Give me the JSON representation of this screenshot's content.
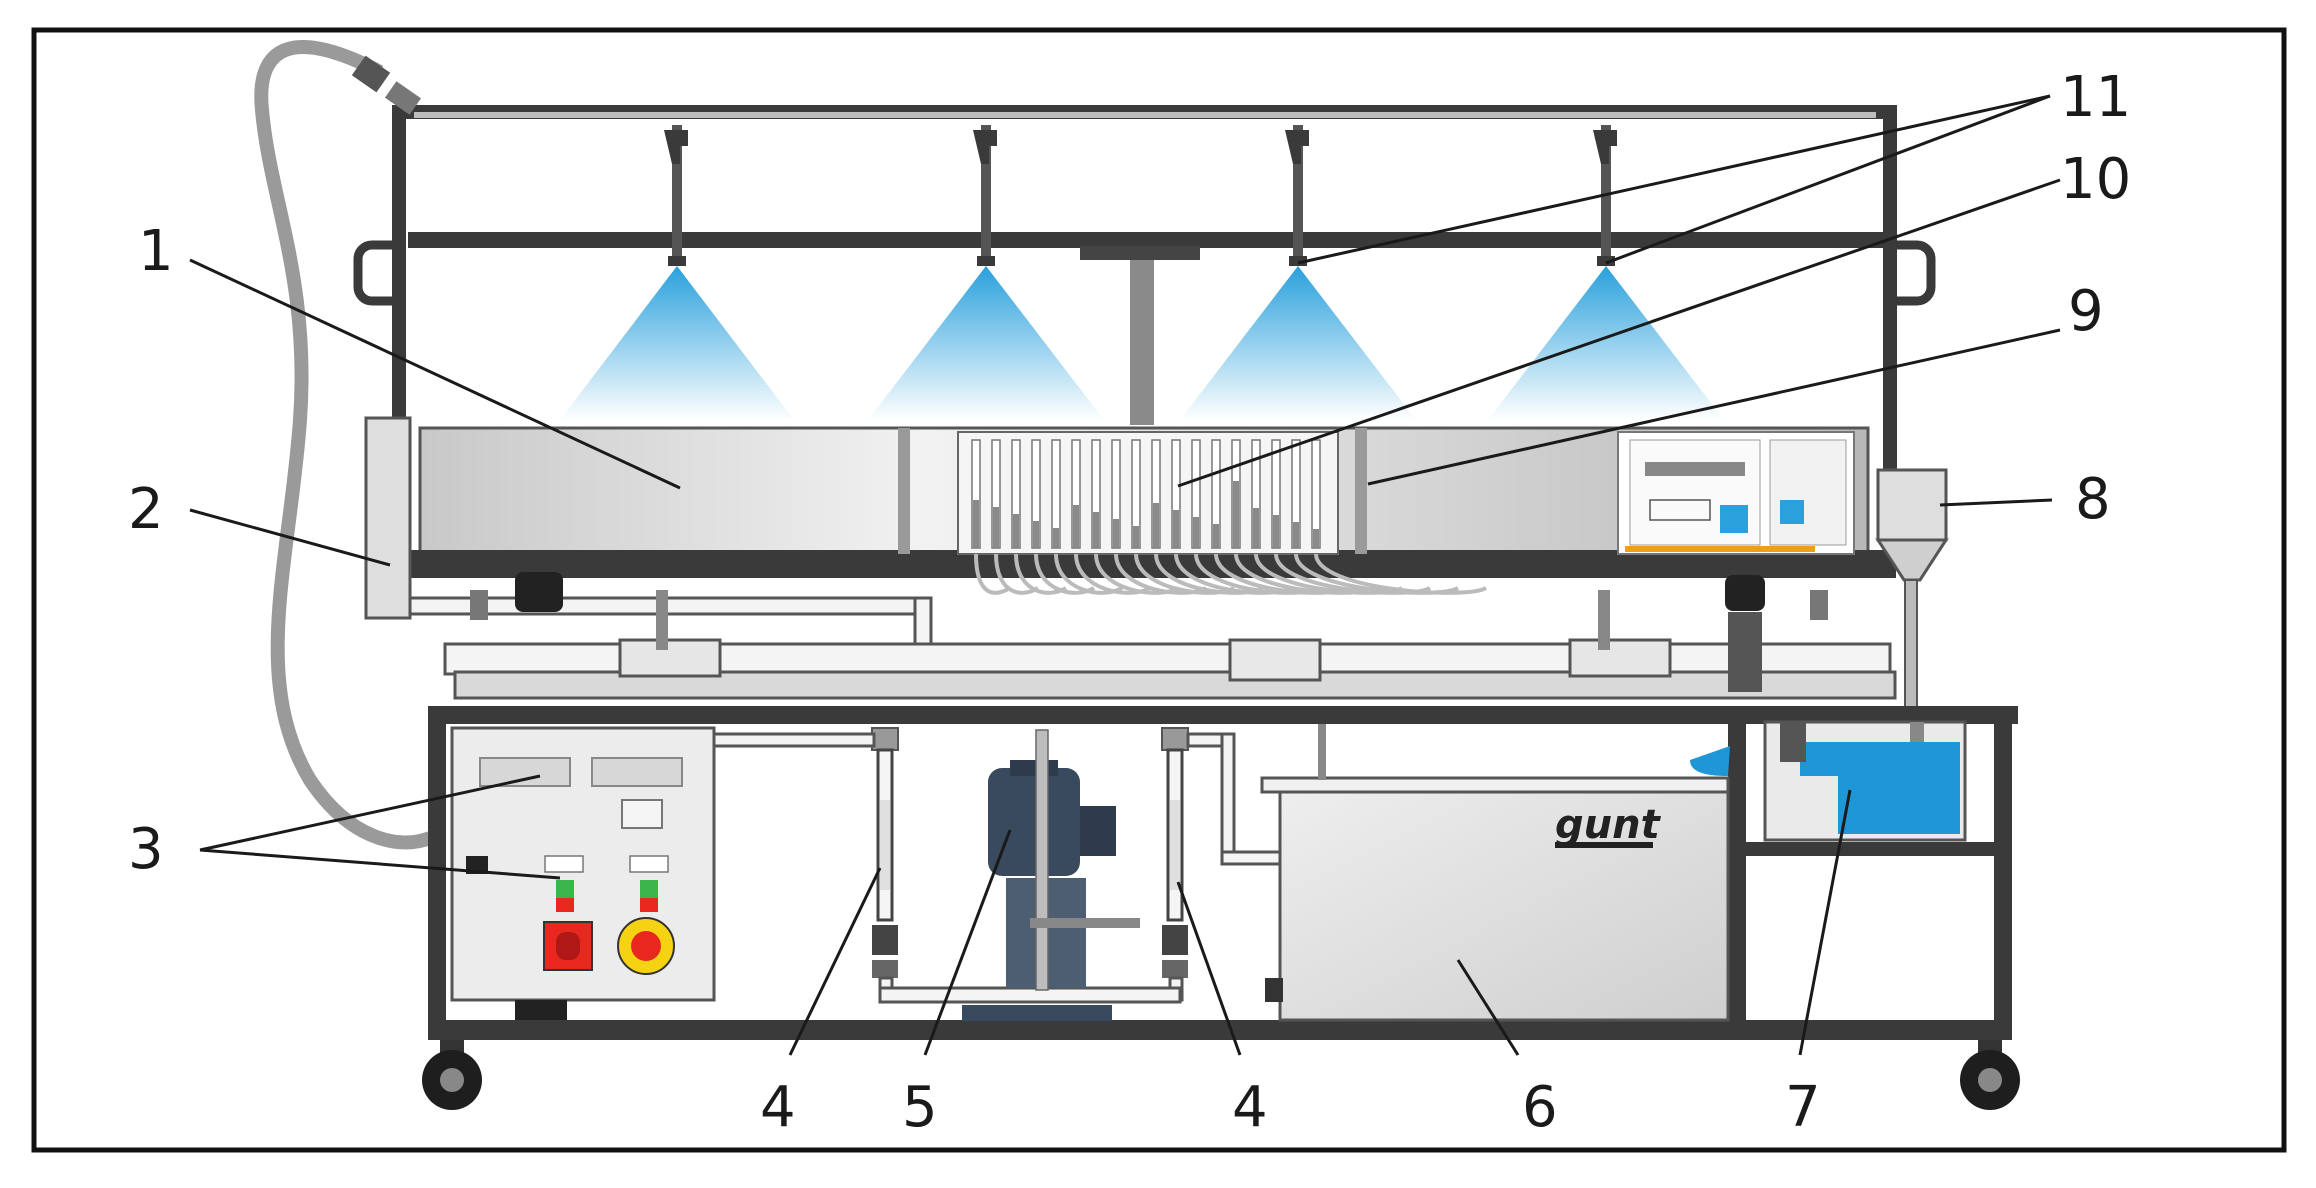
{
  "callouts": [
    {
      "id": "1",
      "text": "1"
    },
    {
      "id": "2",
      "text": "2"
    },
    {
      "id": "3",
      "text": "3"
    },
    {
      "id": "4a",
      "text": "4"
    },
    {
      "id": "5",
      "text": "5"
    },
    {
      "id": "4b",
      "text": "4"
    },
    {
      "id": "6",
      "text": "6"
    },
    {
      "id": "7",
      "text": "7"
    },
    {
      "id": "8",
      "text": "8"
    },
    {
      "id": "9",
      "text": "9"
    },
    {
      "id": "10",
      "text": "10"
    },
    {
      "id": "11",
      "text": "11"
    }
  ],
  "tank_logo": "gunt",
  "colors": {
    "frame": "#3a3a3a",
    "spray": "#2aa0dc",
    "water": "#1f97d6",
    "tank": "#e2e2e2",
    "stop_button": "#e8281e",
    "stop_ring": "#f5d312",
    "indicator_green": "#39b54a"
  }
}
